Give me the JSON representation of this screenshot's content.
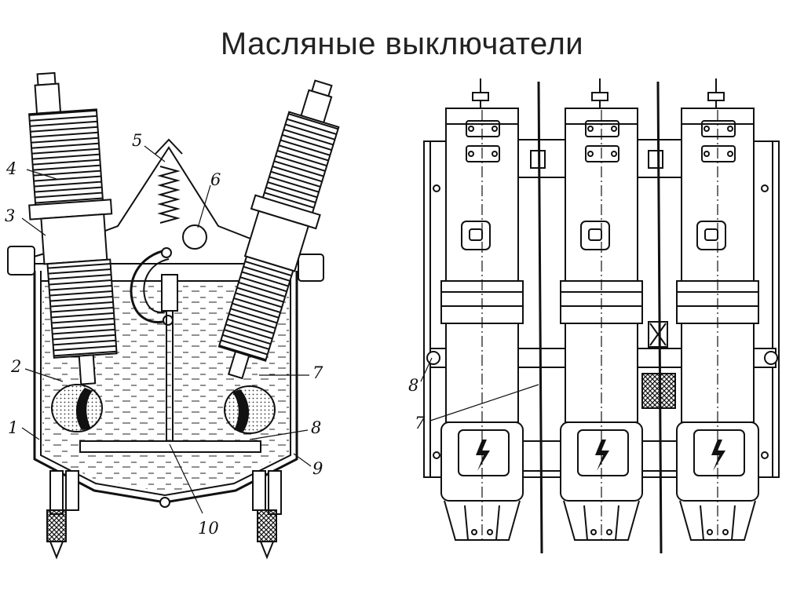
{
  "title": "Масляные выключатели",
  "left_diagram": {
    "callouts": [
      "1",
      "2",
      "3",
      "4",
      "5",
      "6",
      "7",
      "8",
      "9",
      "10"
    ]
  },
  "right_diagram": {
    "callouts": [
      "8",
      "7"
    ]
  }
}
